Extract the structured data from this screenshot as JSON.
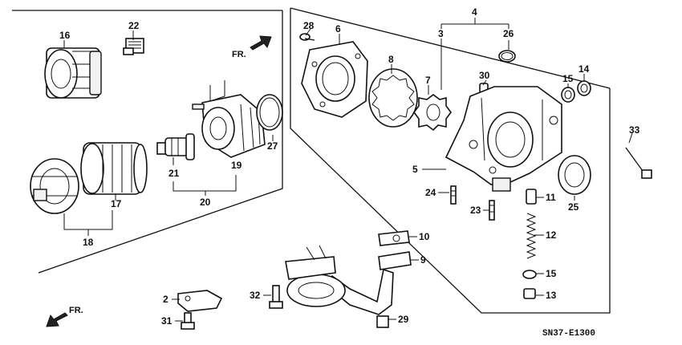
{
  "diagram": {
    "code": "SN37-E1300",
    "direction_label": "FR.",
    "callouts": [
      "22",
      "16",
      "28",
      "6",
      "4",
      "3",
      "26",
      "8",
      "7",
      "30",
      "15",
      "14",
      "33",
      "27",
      "21",
      "19",
      "20",
      "17",
      "18",
      "5",
      "24",
      "11",
      "25",
      "23",
      "12",
      "10",
      "9",
      "15",
      "13",
      "32",
      "2",
      "31",
      "29"
    ]
  }
}
